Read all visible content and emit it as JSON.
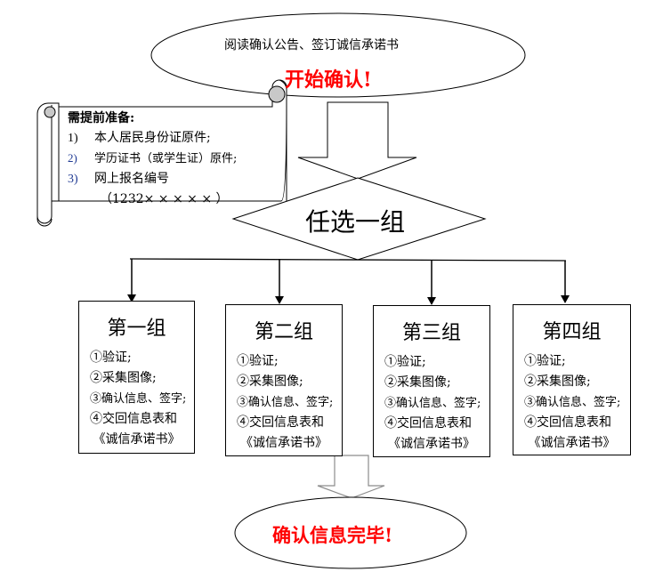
{
  "start": {
    "subtitle": "阅读确认公告、签订诚信承诺书",
    "title": "开始确认!"
  },
  "prepare": {
    "heading": "需提前准备:",
    "items": [
      {
        "num": "1)",
        "text": "本人居民身份证原件;"
      },
      {
        "num": "2)",
        "text": "学历证书（或学生证）原件;"
      },
      {
        "num": "3)",
        "text": "网上报名编号"
      }
    ],
    "code": "（1232× × × × × ）"
  },
  "decision": {
    "label": "任选一组"
  },
  "groups": [
    {
      "title": "第一组",
      "steps": [
        "①验证;",
        "②采集图像;",
        "③确认信息、签字;",
        "④交回信息表和",
        "《诚信承诺书》"
      ]
    },
    {
      "title": "第二组",
      "steps": [
        "①验证;",
        "②采集图像;",
        "③确认信息、签字;",
        "④交回信息表和",
        "《诚信承诺书》"
      ]
    },
    {
      "title": "第三组",
      "steps": [
        "①验证;",
        "②采集图像;",
        "③确认信息、签字;",
        "④交回信息表和",
        "《诚信承诺书》"
      ]
    },
    {
      "title": "第四组",
      "steps": [
        "①验证;",
        "②采集图像;",
        "③确认信息、签字;",
        "④交回信息表和",
        "《诚信承诺书》"
      ]
    }
  ],
  "end": {
    "title": "确认信息完毕!"
  },
  "colors": {
    "accent_red": "#ff0000",
    "number_blue": "#1f3a93",
    "scroll_curl": "#c8c8c8",
    "arrow_gray": "#8c8c8c"
  }
}
